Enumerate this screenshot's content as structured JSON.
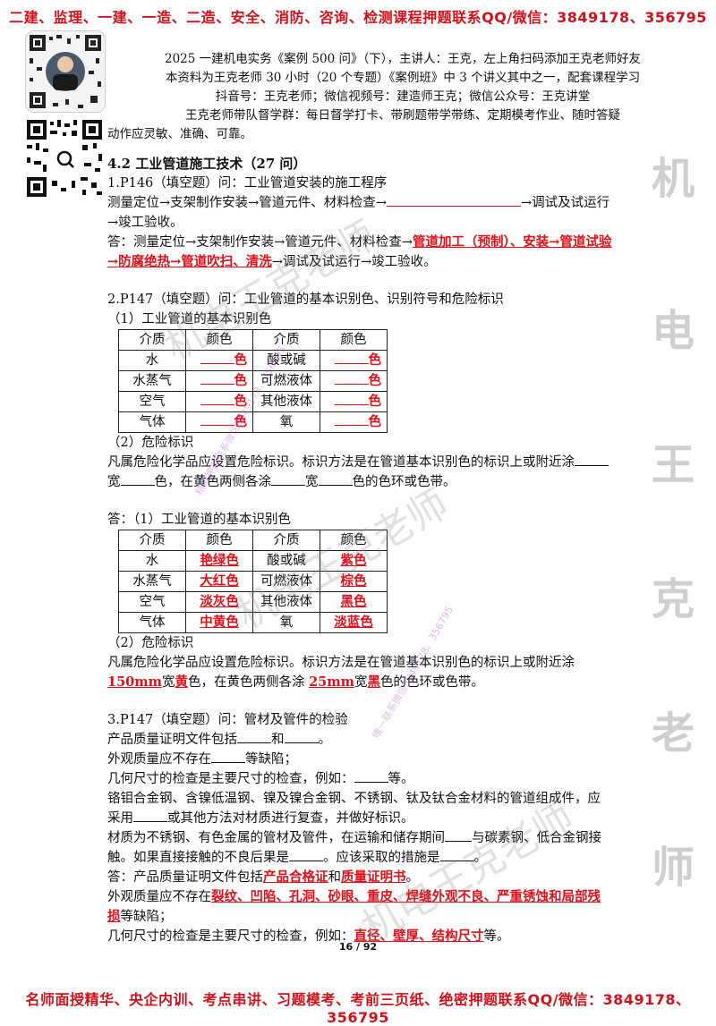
{
  "banner_top": "二建、监理、一建、一造、二造、安全、消防、咨询、检测课程押题联系QQ/微信：3849178、356795",
  "banner_bottom": "名师面授精华、央企内训、考点串讲、习题模考、考前三页纸、绝密押题联系QQ/微信：3849178、356795",
  "header": {
    "line1": "2025 一建机电实务《案例 500 问》（下），主讲人：王克，左上角扫码添加王克老师好友",
    "line2": "本资料为王克老师 30 小时（20 个专题）《案例班》中 3 个讲义其中之一，配套课程学习",
    "line3": "抖音号：王克老师；微信视频号：建造师王克；微信公众号：王克讲堂",
    "line4": "王克老师带队督学群：每日督学打卡、带刷题带学带练、定期模考作业、随时答疑",
    "line5": "动作应灵敏、准确、可靠。"
  },
  "section_title": "4.2 工业管道施工技术（27 问）",
  "q1": {
    "title": "1.P146（填空题）问：工业管道安装的施工程序",
    "q_text_a": "测量定位→支架制作安装→管道元件、材料检查→",
    "q_text_b": "→调试及试运行→竣工验收。",
    "a_prefix": "答：测量定位→支架制作安装→管道元件、材料检查→",
    "a_red": "管道加工（预制）、安装→管道试验→防腐绝热→管道吹扫、清洗",
    "a_suffix": "→调试及试运行→竣工验收。"
  },
  "q2": {
    "title": "2.P147（填空题）问：工业管道的基本识别色、识别符号和危险标识",
    "sub1": "（1）工业管道的基本识别色",
    "headers": [
      "介质",
      "颜色",
      "介质",
      "颜色"
    ],
    "rows": [
      [
        "水",
        "色",
        "酸或碱",
        "色"
      ],
      [
        "水蒸气",
        "色",
        "可燃液体",
        "色"
      ],
      [
        "空气",
        "色",
        "其他液体",
        "色"
      ],
      [
        "气体",
        "色",
        "氧",
        "色"
      ]
    ],
    "sub2": "（2）危险标识",
    "hazard_q_a": "凡属危险化学品应设置危险标识。标识方法是在管道基本识别色的标识上或附近涂",
    "hazard_q_b": "宽",
    "hazard_q_c": "色，在黄色两侧各涂",
    "hazard_q_d": "宽",
    "hazard_q_e": "色的色环或色带。",
    "answer_label": "答：（1）工业管道的基本识别色",
    "answer_rows": [
      [
        "水",
        "艳绿色",
        "酸或碱",
        "紫色"
      ],
      [
        "水蒸气",
        "大红色",
        "可燃液体",
        "棕色"
      ],
      [
        "空气",
        "淡灰色",
        "其他液体",
        "黑色"
      ],
      [
        "气体",
        "中黄色",
        "氧",
        "淡蓝色"
      ]
    ],
    "answer_sub2": "（2）危险标识",
    "hazard_a_a": "凡属危险化学品应设置危险标识。标识方法是在管道基本识别色的标识上或附近涂 ",
    "hazard_a_w1": "150mm",
    "hazard_a_b": "宽",
    "hazard_a_c1": "黄",
    "hazard_a_c": "色，在黄色两侧各涂 ",
    "hazard_a_w2": "25mm",
    "hazard_a_d": "宽",
    "hazard_a_c2": "黑",
    "hazard_a_e": "色的色环或色带。"
  },
  "q3": {
    "title": "3.P147（填空题）问：管材及管件的检验",
    "l1a": "产品质量证明文件包括",
    "l1b": "和",
    "l1c": "。",
    "l2a": "外观质量应不存在",
    "l2b": "等缺陷；",
    "l3a": "几何尺寸的检查是主要尺寸的检查，例如：",
    "l3b": "等。",
    "l4a": "铬钼合金钢、含镍低温钢、镍及镍合金钢、不锈钢、钛及钛合金材料的管道组成件，应采用",
    "l4b": "或其他方法对材质进行复查，并做好标识。",
    "l5a": "材质为不锈钢、有色金属的管材及管件，在运输和储存期间",
    "l5b": "与碳素钢、低合金钢接触。如果直接接触的不良后果是",
    "l5c": "。应该采取的措施是",
    "l5d": "。",
    "a1a": "答：产品质量证明文件包括",
    "a1r1": "产品合格证",
    "a1b": "和",
    "a1r2": "质量证明书",
    "a1c": "。",
    "a2a": "外观质量应不存在",
    "a2r": "裂纹、凹陷、孔洞、砂眼、重皮、焊缝外观不良、严重锈蚀和局部残损",
    "a2b": "等缺陷；",
    "a3a": "几何尺寸的检查是主要尺寸的检查，例如：",
    "a3r": "直径、壁厚、结构尺寸",
    "a3b": "等。"
  },
  "page_number": "16 / 92",
  "watermarks": {
    "side": [
      "机",
      "电",
      "王",
      "克",
      "老",
      "师"
    ],
    "diag1": "机电王克老师",
    "diag2": "机电王克老师",
    "diag3": "机电王克老师",
    "small1": "精准押题联系微信3849178、356795",
    "small2": "唯一联系微信3849178、356795"
  },
  "colors": {
    "accent_red": "#e0101a",
    "text": "#111111"
  }
}
